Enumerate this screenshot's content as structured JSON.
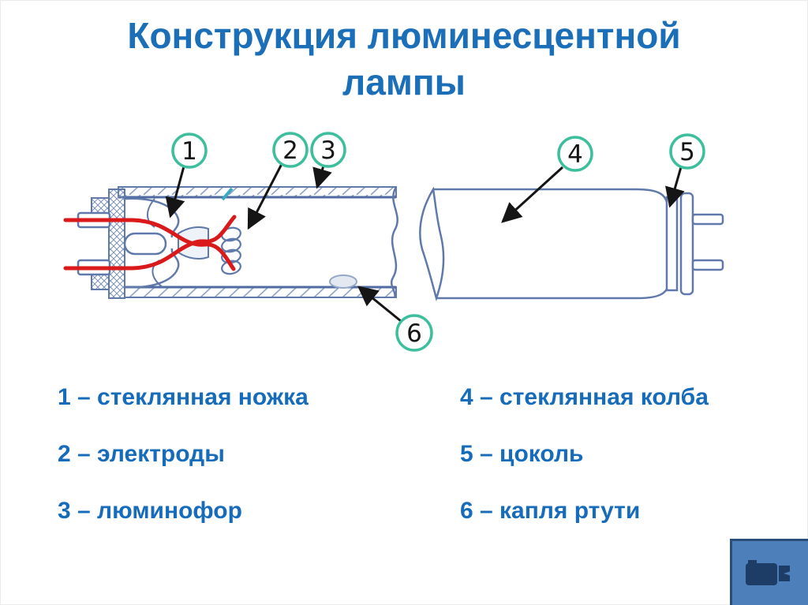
{
  "title": "Конструкция люминесцентной лампы",
  "diagram": {
    "callouts": [
      {
        "number": "1",
        "target": "стеклянная ножка"
      },
      {
        "number": "2",
        "target": "электроды"
      },
      {
        "number": "3",
        "target": "люминофор"
      },
      {
        "number": "4",
        "target": "стеклянная колба"
      },
      {
        "number": "5",
        "target": "цоколь"
      },
      {
        "number": "6",
        "target": "капля ртути"
      }
    ]
  },
  "legend": {
    "left": [
      "1 – стеклянная ножка",
      "2 – электроды",
      "3 – люминофор"
    ],
    "right": [
      "4 – стеклянная колба",
      "5 – цоколь",
      "6 – капля ртути"
    ]
  },
  "video_button": {
    "icon": "video-camera-icon"
  },
  "colors": {
    "title_text": "#1b6fb8",
    "legend_text": "#166cba",
    "callout_ring": "#3dbf9e",
    "drawing_line": "#6079ab",
    "wire_red": "#da1a1a",
    "phosphor_tick": "#3aa9c2",
    "video_button_bg": "#4d80bb",
    "video_button_border": "#2a4d7c",
    "video_icon": "#1d3c66"
  }
}
